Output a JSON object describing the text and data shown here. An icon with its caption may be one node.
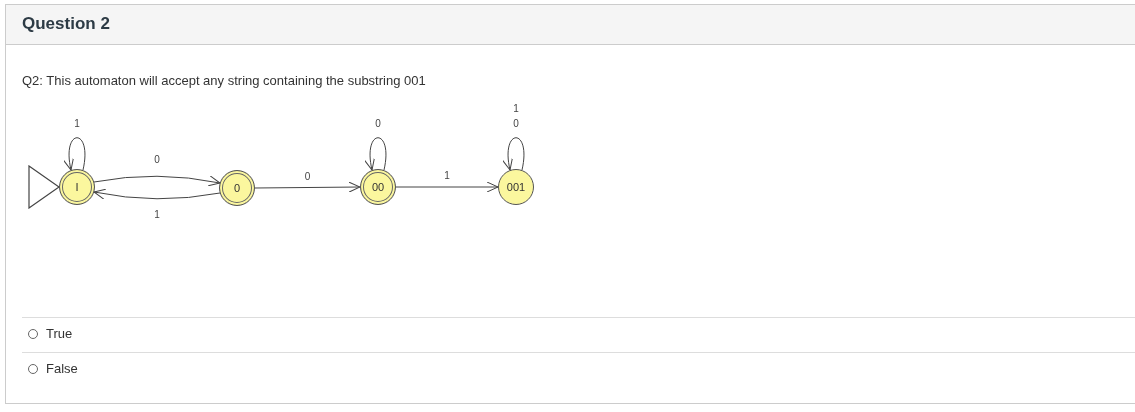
{
  "diagram": {
    "title": "Question 2",
    "nodes": [
      {
        "text": [
          "I"
        ]
      },
      {
        "text": [
          "0"
        ]
      },
      {
        "text": [
          "00"
        ]
      },
      {
        "text": [
          "001"
        ]
      }
    ],
    "edges": [
      {
        "from": null,
        "to": 0,
        "arrow": "to"
      },
      {
        "from": 0,
        "to": 0,
        "arrow": "to",
        "label": "1"
      },
      {
        "from": 0,
        "to": 1,
        "arrow": "to",
        "label": "0"
      },
      {
        "from": 1,
        "to": 0,
        "arrow": "to",
        "label": "1"
      },
      {
        "from": 1,
        "to": 2,
        "arrow": "to",
        "label": "0"
      },
      {
        "from": 2,
        "to": 2,
        "arrow": "to",
        "label": "0"
      },
      {
        "from": 2,
        "to": 3,
        "arrow": "to",
        "label": "1"
      },
      {
        "from": 3,
        "to": 3,
        "arrow": "to",
        "label": "1 0"
      }
    ],
    "labels": [
      "Q2: This automaton will accept any string containing the substring 001",
      "True",
      "False"
    ]
  }
}
